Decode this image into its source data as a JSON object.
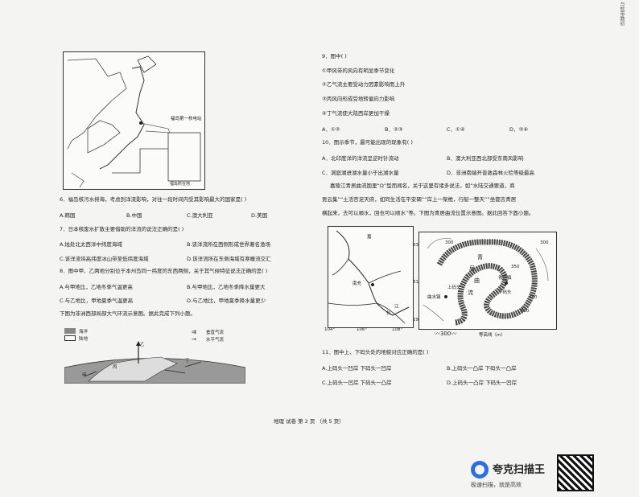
{
  "stamp": "与软带教初",
  "left": {
    "map1": {
      "label_plant": "福岛第一核电站",
      "label_region": "福岛所在地"
    },
    "q6": {
      "stem": "6．福岛核污水排海，考虑到洋流影响，对往一段时间内受其影响最大的国家是(    )",
      "A": "A.韩国",
      "B": "B.中国",
      "C": "C.澳大利亚",
      "D": "D.美国"
    },
    "q7": {
      "stem": "7．日本核废水扩散主要借助的洋流的说法正确的是(    )",
      "A": "A.烛处北太西洋中纬度海域",
      "B": "B.该洋流所在西侧形成世界著名渔场",
      "C": "C.该洋流将高纬度冰山带至低纬度海域",
      "D": "D.该洋流所在东侧海域有寒暖流交汇"
    },
    "q8": {
      "stem": "8．图中甲、乙两地分别位于本州岛同一纬度的东西两侧，关于其气候特征说法正确的是(    )",
      "A": "A.与甲地比，乙地冬季气温更高",
      "B": "B.与甲地比，乙地冬季降水量更大",
      "C": "C.与乙地比，甲地夏季气温更高",
      "D": "D.与乙地比，甲地夏季降水量更少"
    },
    "intro2": "下图为非洲西部局部大气环流示意图。据此完成下列小题。",
    "legend": {
      "ocean": "海洋",
      "land": "陆地",
      "vertical": "垂直气流",
      "horizontal": "水平气流"
    },
    "diagram": {
      "jia": "甲",
      "yi": "乙",
      "bing": "丙",
      "ding": "丁"
    }
  },
  "right": {
    "q9": {
      "stem": "9．图中(    )",
      "o1": "①甲风带的风向有明显季节变化",
      "o2": "②乙气流主要受动力因素影响而上升",
      "o3": "③丙风向形成受地转偏向力影响",
      "o4": "④丁气流使大陆西岸更加干燥",
      "A": "A．①②",
      "B": "B．②③",
      "C": "C．①④",
      "D": "D．③④"
    },
    "q10": {
      "stem": "10．图示季节，最可能出现的现象有(    )",
      "A": "A．北印度洋的洋流呈逆时针流动",
      "B": "B．澳大利亚西北部受东南风影响",
      "C": "C．洞庭湖进湖水量小于出湖水量",
      "D": "D．非洲南端开普敦森林火险等级最高"
    },
    "intro": [
      "嘉陵江青居曲流国里“Ω”型而闻名，关于这里有诸多说法，如“水陆交通要道，商",
      "贾云集”“土活宫足天府，如同生活在平安碉”“岸上一架桅，行船一整天”“坐都去青居",
      "横起来，去可以顺水，回也可以顺水”等。下图为青居曲流位置示意图。据此回答下面小题。"
    ],
    "map2": {
      "river": "嘉",
      "city": "南充",
      "jiang": "江",
      "chang": "长",
      "lat33": "33°",
      "lat31": "31°",
      "lat29": "29°",
      "lon104": "104°",
      "lon106": "106°",
      "lon108": "108°"
    },
    "map3": {
      "qing": "青",
      "ju": "居",
      "qu": "曲",
      "liu": "流",
      "zhen": "青居镇",
      "shangmatou": "上码头",
      "xiamatou": "下码头",
      "qushuizhen": "曲水镇",
      "c300a": "300",
      "c300b": "300",
      "c400": "400",
      "c500": "500",
      "c350": "350"
    },
    "contour_legend": "等高线（m）",
    "q11": {
      "stem": "11．图中上、下码头处的地貌对应正确的是(    )",
      "A": "A.上码头一凹岸    下码头一凹岸",
      "B": "B.上码头一凸岸    下码头一凸岸",
      "C": "C.上码头一凹岸    下码头一凸岸",
      "D": "D.上码头一凸岸    下码头一凹岸"
    }
  },
  "footer": "地理  试卷  第 2 页  （共 5 页）",
  "brand": {
    "name": "夸克扫描王",
    "slogan": "极速扫描，就是高效"
  }
}
